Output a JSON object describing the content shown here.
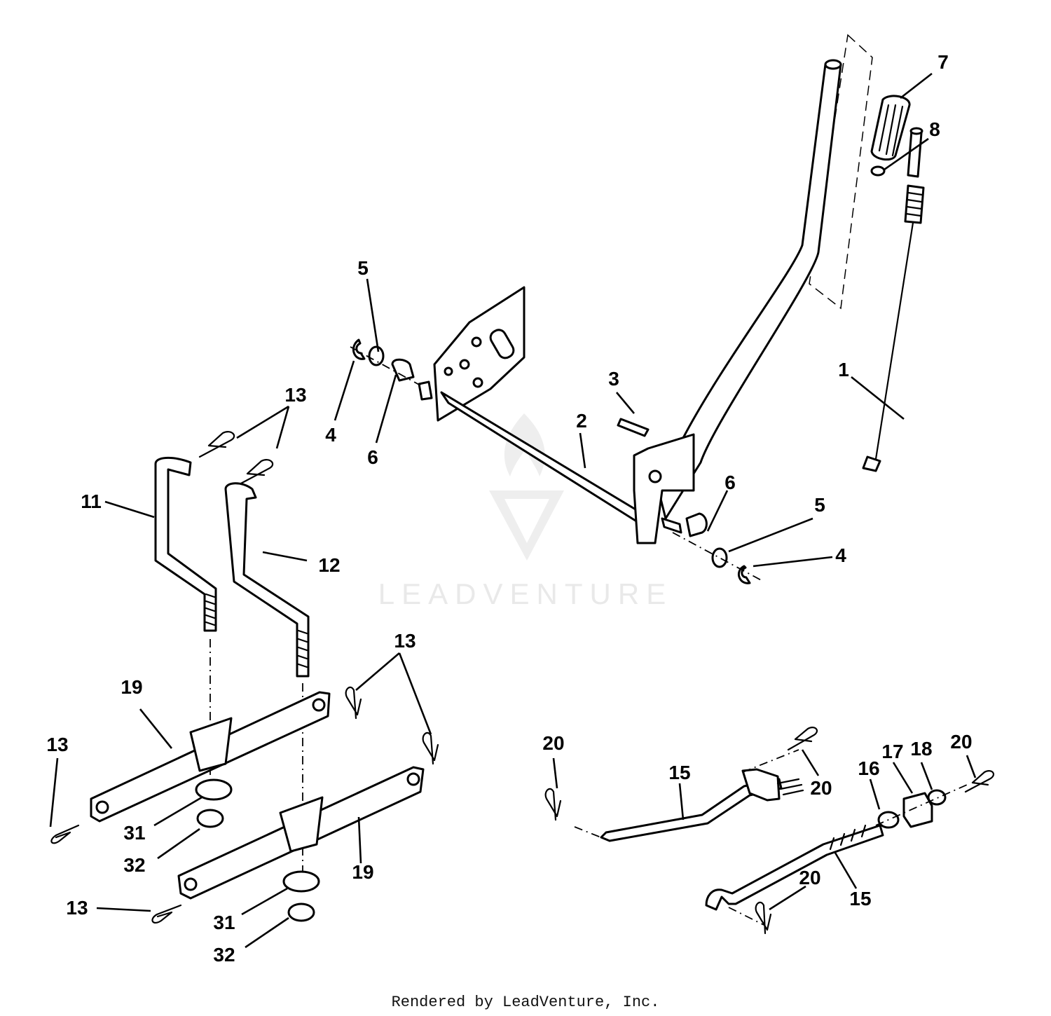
{
  "watermark": {
    "text": "LEADVENTURE"
  },
  "footer": {
    "text": "Rendered by LeadVenture, Inc."
  },
  "callouts": [
    {
      "id": "c-1",
      "label": "1"
    },
    {
      "id": "c-2",
      "label": "2"
    },
    {
      "id": "c-3",
      "label": "3"
    },
    {
      "id": "c-4a",
      "label": "4"
    },
    {
      "id": "c-4b",
      "label": "4"
    },
    {
      "id": "c-5a",
      "label": "5"
    },
    {
      "id": "c-5b",
      "label": "5"
    },
    {
      "id": "c-6a",
      "label": "6"
    },
    {
      "id": "c-6b",
      "label": "6"
    },
    {
      "id": "c-7",
      "label": "7"
    },
    {
      "id": "c-8",
      "label": "8"
    },
    {
      "id": "c-11",
      "label": "11"
    },
    {
      "id": "c-12",
      "label": "12"
    },
    {
      "id": "c-13a",
      "label": "13"
    },
    {
      "id": "c-13b",
      "label": "13"
    },
    {
      "id": "c-13c",
      "label": "13"
    },
    {
      "id": "c-13d",
      "label": "13"
    },
    {
      "id": "c-15a",
      "label": "15"
    },
    {
      "id": "c-15b",
      "label": "15"
    },
    {
      "id": "c-16",
      "label": "16"
    },
    {
      "id": "c-17",
      "label": "17"
    },
    {
      "id": "c-18",
      "label": "18"
    },
    {
      "id": "c-19a",
      "label": "19"
    },
    {
      "id": "c-19b",
      "label": "19"
    },
    {
      "id": "c-20a",
      "label": "20"
    },
    {
      "id": "c-20b",
      "label": "20"
    },
    {
      "id": "c-20c",
      "label": "20"
    },
    {
      "id": "c-20d",
      "label": "20"
    },
    {
      "id": "c-31a",
      "label": "31"
    },
    {
      "id": "c-31b",
      "label": "31"
    },
    {
      "id": "c-32a",
      "label": "32"
    },
    {
      "id": "c-32b",
      "label": "32"
    }
  ]
}
